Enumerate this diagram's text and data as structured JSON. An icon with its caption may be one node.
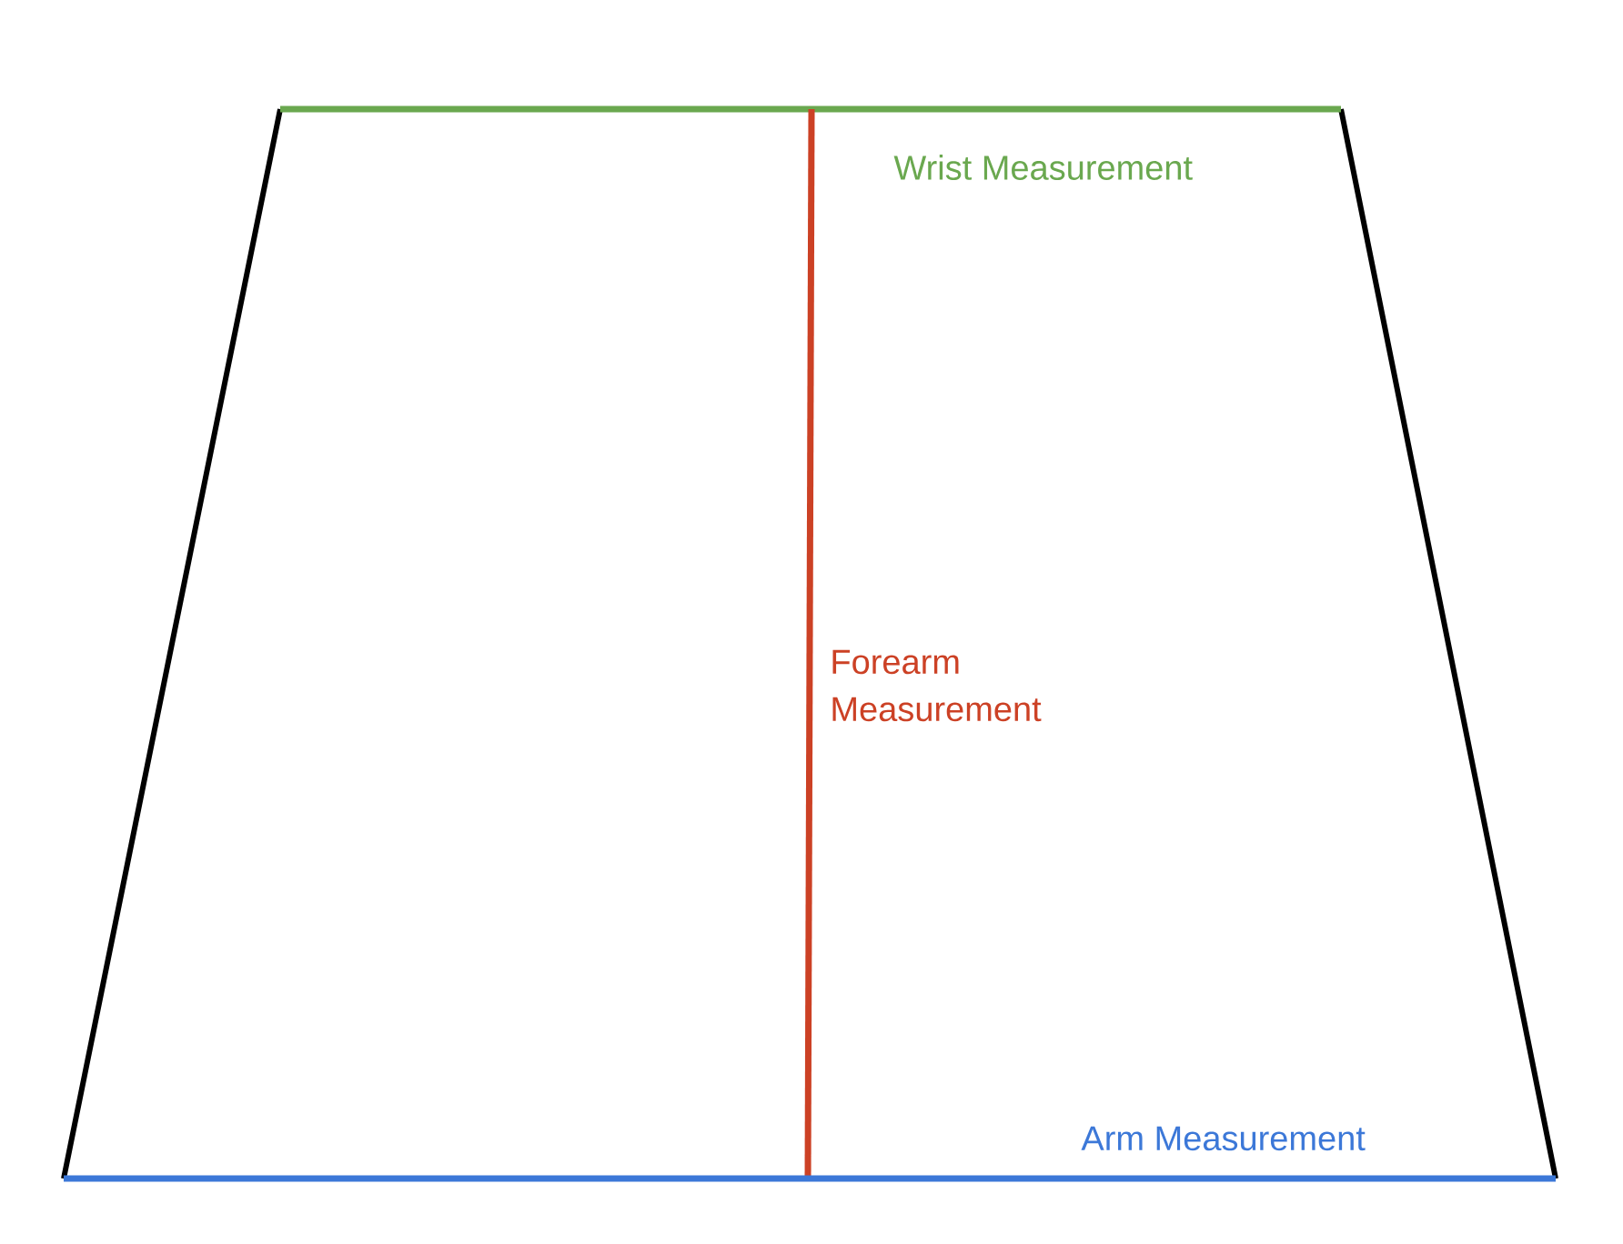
{
  "diagram": {
    "labels": [
      "Wrist Measurement",
      "Forearm Measurement",
      "Arm Measurement"
    ]
  }
}
